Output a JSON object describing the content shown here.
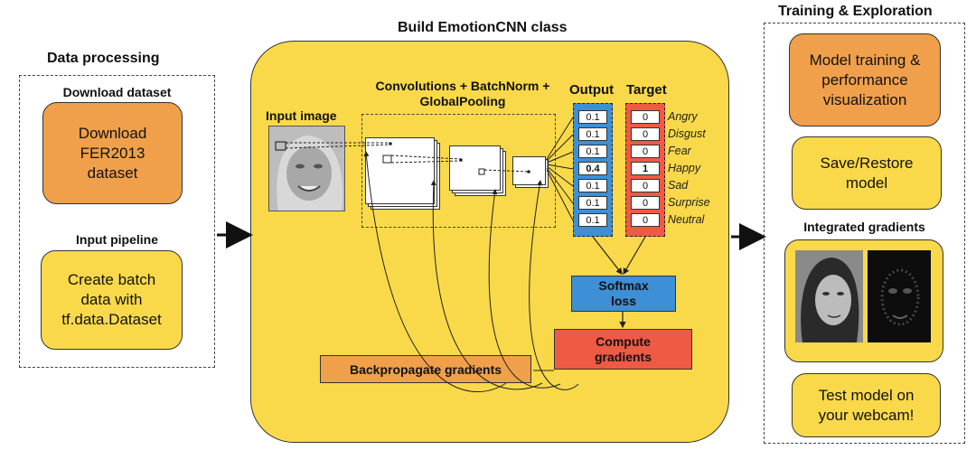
{
  "sections": {
    "data_processing": "Data processing",
    "build_class": "Build EmotionCNN class",
    "training": "Training & Exploration"
  },
  "left": {
    "download_heading": "Download dataset",
    "download_box": "Download FER2013 dataset",
    "pipeline_heading": "Input pipeline",
    "pipeline_box": "Create batch data with tf.data.Dataset"
  },
  "center": {
    "conv_label": "Convolutions + BatchNorm + GlobalPooling",
    "input_label": "Input image",
    "output_label": "Output",
    "target_label": "Target",
    "output_values": [
      "0.1",
      "0.1",
      "0.1",
      "0.4",
      "0.1",
      "0.1",
      "0.1"
    ],
    "target_values": [
      "0",
      "0",
      "0",
      "1",
      "0",
      "0",
      "0"
    ],
    "emotions": [
      "Angry",
      "Disgust",
      "Fear",
      "Happy",
      "Sad",
      "Surprise",
      "Neutral"
    ],
    "softmax_label": "Softmax loss",
    "compute_label": "Compute gradients",
    "backprop_label": "Backpropagate gradients"
  },
  "right": {
    "model_training": "Model training & performance visualization",
    "save_restore": "Save/Restore model",
    "ig_heading": "Integrated gradients",
    "webcam": "Test model on your webcam!"
  },
  "colors": {
    "orange": "#f0a04b",
    "yellow": "#f9d94a",
    "blue": "#3d8fd6",
    "red": "#ef5a45"
  }
}
